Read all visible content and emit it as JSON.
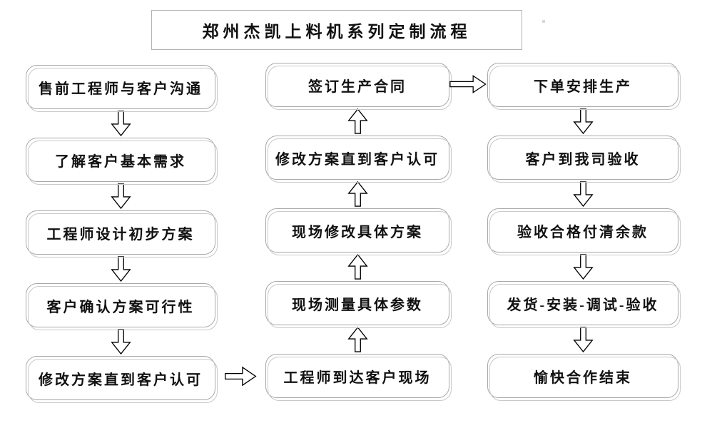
{
  "title": "郑州杰凯上料机系列定制流程",
  "columns": {
    "left": [
      "售前工程师与客户沟通",
      "了解客户基本需求",
      "工程师设计初步方案",
      "客户确认方案可行性",
      "修改方案直到客户认可"
    ],
    "middle": [
      "签订生产合同",
      "修改方案直到客户认可",
      "现场修改具体方案",
      "现场测量具体参数",
      "工程师到达客户现场"
    ],
    "right": [
      "下单安排生产",
      "客户到我司验收",
      "验收合格付清余款",
      "发货-安装-调试-验收",
      "愉快合作结束"
    ]
  },
  "flow": {
    "left_column_arrows": "down",
    "middle_column_arrows": "up",
    "right_column_arrows": "down",
    "cross_links": [
      {
        "from": "修改方案直到客户认可",
        "to": "工程师到达客户现场",
        "direction": "right"
      },
      {
        "from": "签订生产合同",
        "to": "下单安排生产",
        "direction": "right"
      }
    ]
  },
  "icons": {
    "down_arrow": "hollow-block-arrow-down",
    "up_arrow": "hollow-block-arrow-up",
    "right_arrow": "hollow-block-arrow-right"
  },
  "colors": {
    "background": "#ffffff",
    "box_border": "#a9a9a9",
    "ghost_border": "#c9c9c9",
    "text": "#111111",
    "arrow_outline": "#000000"
  }
}
